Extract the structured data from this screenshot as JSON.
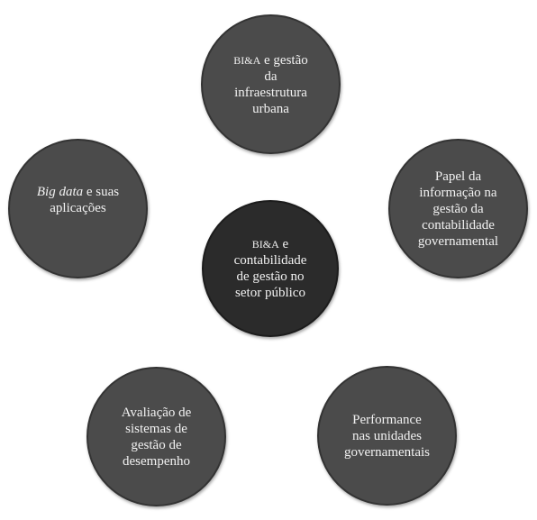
{
  "center": {
    "line1_small": "BI&A",
    "line1_rest": " e",
    "line2": "contabilidade",
    "line3": "de gestão no",
    "line4": "setor público"
  },
  "top": {
    "line1_small": "BI&A",
    "line1_rest": " e gestão",
    "line2": "da",
    "line3": "infraestrutura",
    "line4": "urbana"
  },
  "right": {
    "line1": "Papel da",
    "line2": "informação na",
    "line3": "gestão da",
    "line4": "contabilidade",
    "line5": "governamental"
  },
  "bottom_right": {
    "line1": "Performance",
    "line2": "nas unidades",
    "line3": "governamentais"
  },
  "bottom_left": {
    "line1": "Avaliação de",
    "line2": "sistemas de",
    "line3": "gestão de",
    "line4": "desempenho"
  },
  "left": {
    "line1_italic": "Big data",
    "line1_rest": " e suas",
    "line2": "aplicações"
  },
  "colors": {
    "outer_fill": "#4b4b4b",
    "center_fill": "#2b2b2b",
    "arrow_fill": "#a6a6a6",
    "text": "#f2f2f2"
  }
}
